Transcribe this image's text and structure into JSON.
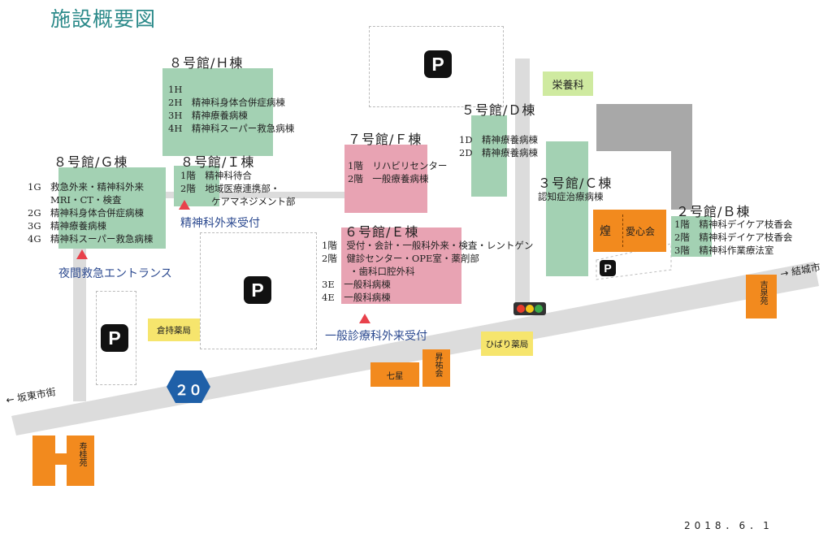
{
  "title": "施設概要図",
  "date": "2018．6．1",
  "colors": {
    "title": "#2c8a8a",
    "green": "#a3d1b3",
    "pink": "#e8a3b3",
    "orange": "#f28a1e",
    "yellow": "#f6e56d",
    "blue_text": "#2c4a90",
    "road": "#dcdcdc"
  },
  "route": "２０",
  "directions": {
    "west": "← 坂東市街",
    "east": "→ 結城市"
  },
  "parking": "P",
  "buildings": {
    "h": {
      "heading": "８号館/Ｈ棟",
      "floors": [
        "1H",
        "2H　精神科身体合併症病棟",
        "3H　精神療養病棟",
        "4H　精神科スーパー救急病棟"
      ]
    },
    "g": {
      "heading": "８号館/Ｇ棟",
      "floors": [
        "1G　救急外来・精神科外来",
        "MRI・CT・検査",
        "2G　精神科身体合併症病棟",
        "3G　精神療養病棟",
        "4G　精神科スーパー救急病棟"
      ]
    },
    "i": {
      "heading": "８号館/Ｉ棟",
      "floors": [
        "1階　精神科待合",
        "2階　地域医療連携部・",
        "ケアマネジメント部"
      ]
    },
    "f": {
      "heading": "７号館/Ｆ棟",
      "floors": [
        "1階　リハビリセンター",
        "2階　一般療養病棟"
      ]
    },
    "e": {
      "heading": "６号館/Ｅ棟",
      "floors": [
        "1階　受付・会計・一般科外来・検査・レントゲン",
        "2階　健診センター・OPE室・薬剤部",
        "・歯科口腔外科",
        "3E　一般科病棟",
        "4E　一般科病棟"
      ]
    },
    "d": {
      "heading": "５号館/Ｄ棟",
      "floors": [
        "1D　精神療養病棟",
        "2D　精神療養病棟"
      ]
    },
    "c": {
      "heading": "３号館/Ｃ棟",
      "floors": [
        "認知症治療病棟"
      ]
    },
    "b": {
      "heading": "２号館/Ｂ棟",
      "floors": [
        "1階　精神科デイケア枝香会",
        "2階　精神科デイケア枝香会",
        "3階　精神科作業療法室"
      ]
    }
  },
  "labels": {
    "seishin_uketsuke": "精神科外来受付",
    "yakan": "夜間救急エントランス",
    "ippan_uketsuke": "一般診療科外来受付",
    "eiyo": "栄養科",
    "ko": "煌",
    "aishinkai": "愛心会",
    "kuramochi": "倉持薬局",
    "hibari": "ひばり薬局",
    "nanahoshi": "七星",
    "shoyukai": "昇祐会",
    "kichisen": "吉泉苑",
    "jukei": "寿桂苑"
  }
}
